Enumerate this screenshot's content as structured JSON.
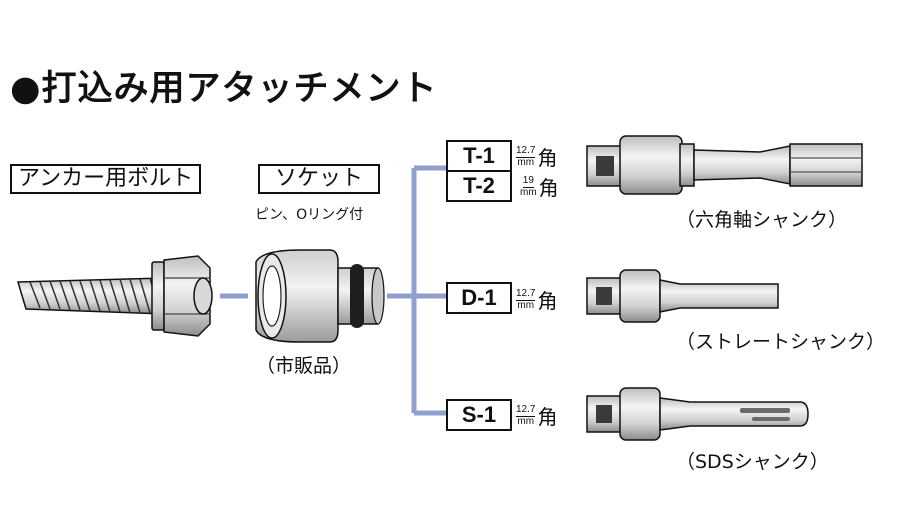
{
  "title": "●打込み用アタッチメント",
  "labels": {
    "anchor_bolt": "アンカー用ボルト",
    "socket": "ソケット",
    "socket_note": "ピン、Oリング付",
    "socket_caption": "（市販品）"
  },
  "attachments": [
    {
      "code": "T-1",
      "spec_size": "12.7",
      "spec_unit": "mm",
      "spec_suffix": "角"
    },
    {
      "code": "T-2",
      "spec_size": "19",
      "spec_unit": "mm",
      "spec_suffix": "角"
    },
    {
      "code": "D-1",
      "spec_size": "12.7",
      "spec_unit": "mm",
      "spec_suffix": "角"
    },
    {
      "code": "S-1",
      "spec_size": "12.7",
      "spec_unit": "mm",
      "spec_suffix": "角"
    }
  ],
  "shank_captions": {
    "hex": "（六角軸シャンク）",
    "straight": "（ストレートシャンク）",
    "sds": "（SDSシャンク）"
  },
  "colors": {
    "connector": "#8f9fd0",
    "outline": "#111111",
    "metal_light": "#f2f2f2",
    "metal_mid": "#d6d6d6",
    "metal_dark": "#9a9a9a",
    "socket_dark": "#2a2a2a"
  }
}
